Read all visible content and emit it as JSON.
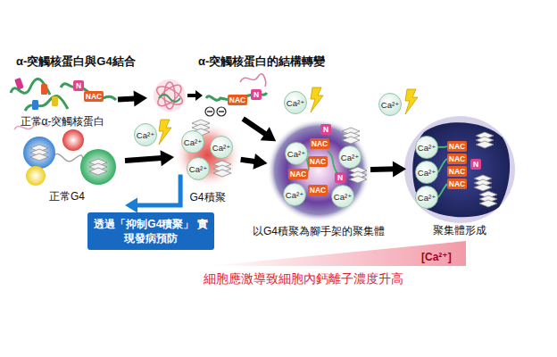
{
  "diagram": {
    "nodes": [
      {
        "text": [
          "N",
          "NAC",
          "正常α-突觸核蛋白"
        ]
      },
      {
        "text": [
          "NAC",
          "N"
        ]
      },
      {
        "text": [
          "正常G4"
        ]
      },
      {
        "text": [
          "Ca²⁺",
          "Ca²⁺",
          "Ca²⁺",
          "G4積聚"
        ]
      },
      {
        "text": [
          "Ca²⁺",
          "NAC",
          "Ca²⁺",
          "NAC",
          "N",
          "NAC",
          "NAC",
          "Ca²⁺",
          "Ca²⁺",
          "N",
          "以G4積聚為腳手架的聚集體"
        ]
      },
      {
        "text": [
          "Ca²⁺",
          "Ca²⁺",
          "Ca²⁺",
          "NAC",
          "NAC",
          "NAC",
          "NAC",
          "N",
          "聚集體形成"
        ]
      },
      {
        "text": [
          "透過「抑制G4積聚」 實現發病預防"
        ]
      }
    ],
    "edges": [
      {
        "from": 0,
        "to": 1,
        "arrow": "to"
      },
      {
        "from": 2,
        "to": 3,
        "arrow": "to"
      },
      {
        "from": 1,
        "to": 4,
        "arrow": "to"
      },
      {
        "from": 3,
        "to": 4,
        "arrow": "to"
      },
      {
        "from": 4,
        "to": 5,
        "arrow": "to"
      },
      {
        "from": 3,
        "to": 2,
        "arrow": "to"
      }
    ],
    "labels": [
      "α-突觸核蛋白與G4結合",
      "α-突觸核蛋白的結構轉變",
      "Ca²⁺",
      "Ca²⁺",
      "Ca²⁺",
      "[Ca²⁺]",
      "細胞應激導致細胞內鈣離子濃度升高"
    ]
  }
}
